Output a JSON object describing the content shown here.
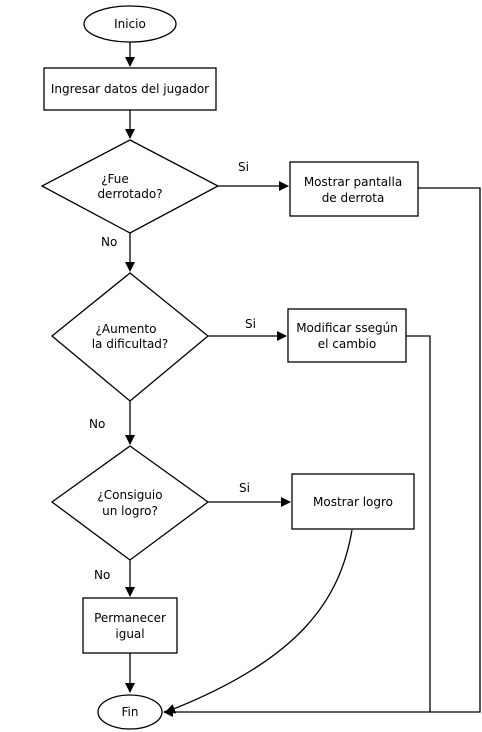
{
  "nodes": {
    "start": "Inicio",
    "input": "Ingresar datos del jugador",
    "q_defeated": [
      "¿Fue",
      "derrotado?"
    ],
    "defeat_screen": [
      "Mostrar pantalla",
      "de derrota"
    ],
    "q_difficulty": [
      "¿Aumento",
      "la dificultad?"
    ],
    "modify": [
      "Modificar ssegún",
      "el cambio"
    ],
    "q_achievement": [
      "¿Consiguio",
      "un logro?"
    ],
    "show_achievement": "Mostrar logro",
    "stay": [
      "Permanecer",
      "igual"
    ],
    "end": "Fin"
  },
  "edge_labels": {
    "defeated_yes": "Si",
    "defeated_no": "No",
    "difficulty_yes": "Si",
    "difficulty_no": "No",
    "achievement_yes": "Si",
    "achievement_no": "No"
  }
}
